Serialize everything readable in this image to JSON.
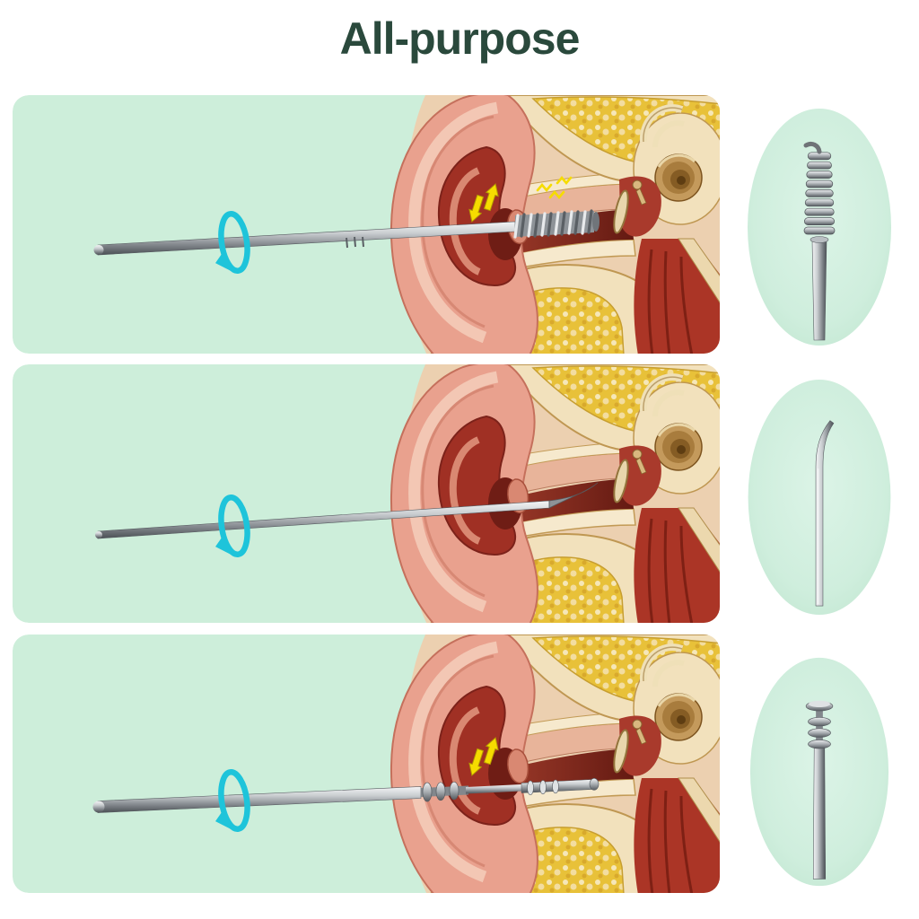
{
  "title": "All-purpose",
  "colors": {
    "page_background": "#ffffff",
    "panel_mint": "#cdeeda",
    "title_color": "#2a493c",
    "rotation_cyan": "#1ec4da",
    "motion_yellow": "#f6dc00"
  },
  "panels": [
    {
      "name": "spiral-coil-tool-in-ear",
      "tool_tip": "spiral-coil",
      "icons": [
        "rotation-arrow-icon",
        "up-down-motion-arrows-icon",
        "vibration-waves-icon"
      ]
    },
    {
      "name": "curved-pick-tool-in-ear",
      "tool_tip": "curved-pick",
      "icons": [
        "rotation-arrow-icon"
      ]
    },
    {
      "name": "ringed-scoop-tool-in-ear",
      "tool_tip": "ringed-scoop",
      "icons": [
        "rotation-arrow-icon",
        "up-down-motion-arrows-icon"
      ]
    }
  ],
  "details": [
    {
      "name": "spiral-coil-tip-detail"
    },
    {
      "name": "curved-pick-tip-detail"
    },
    {
      "name": "ringed-scoop-tip-detail"
    }
  ]
}
